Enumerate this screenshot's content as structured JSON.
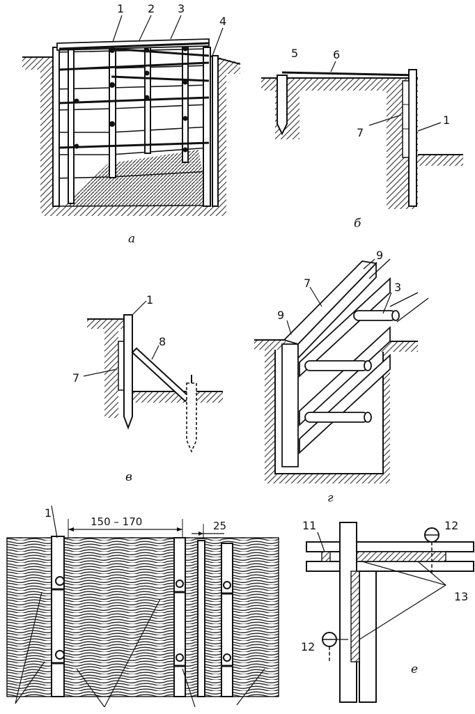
{
  "panels": {
    "a": {
      "caption": "а",
      "labels": [
        "1",
        "2",
        "3",
        "4"
      ]
    },
    "b": {
      "caption": "б",
      "labels": [
        "5",
        "6",
        "7",
        "1"
      ]
    },
    "v": {
      "caption": "в",
      "labels": [
        "1",
        "8",
        "7"
      ]
    },
    "g": {
      "caption": "г",
      "labels": [
        "9",
        "7",
        "3",
        "9"
      ]
    },
    "d": {
      "labels": [
        "1"
      ],
      "dim_spacing": "150 – 170",
      "dim_gap": "25"
    },
    "e": {
      "caption": "е",
      "labels": [
        "11",
        "12",
        "13",
        "12"
      ]
    }
  }
}
